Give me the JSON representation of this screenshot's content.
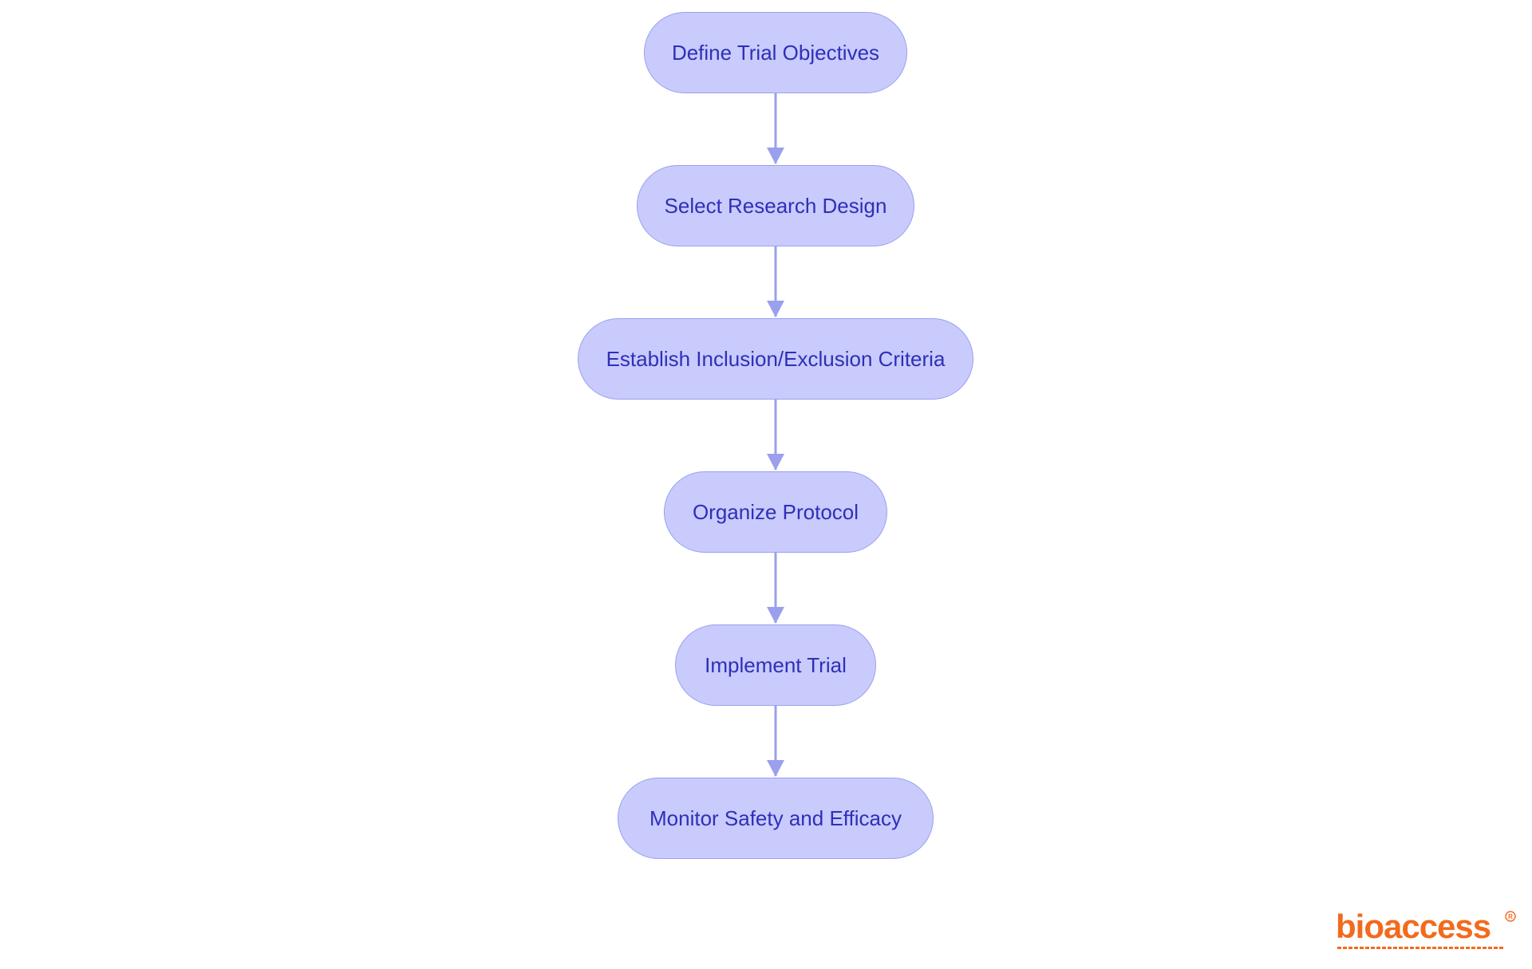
{
  "steps": [
    {
      "label": "Define Trial Objectives"
    },
    {
      "label": "Select Research Design"
    },
    {
      "label": "Establish Inclusion/Exclusion Criteria"
    },
    {
      "label": "Organize Protocol"
    },
    {
      "label": "Implement Trial"
    },
    {
      "label": "Monitor Safety and Efficacy"
    }
  ],
  "connectors": [
    {
      "from": "Define Trial Objectives",
      "to": "Select Research Design"
    },
    {
      "from": "Select Research Design",
      "to": "Establish Inclusion/Exclusion Criteria"
    },
    {
      "from": "Establish Inclusion/Exclusion Criteria",
      "to": "Organize Protocol"
    },
    {
      "from": "Organize Protocol",
      "to": "Implement Trial"
    },
    {
      "from": "Implement Trial",
      "to": "Monitor Safety and Efficacy"
    }
  ],
  "logo": {
    "text": "bioaccess",
    "registered_mark": "®",
    "color": "#f26b1d"
  },
  "colors": {
    "node_fill": "#c8cbfc",
    "node_border": "#9aa0ee",
    "node_text": "#2f2fb8",
    "connector": "#9aa0ee"
  }
}
